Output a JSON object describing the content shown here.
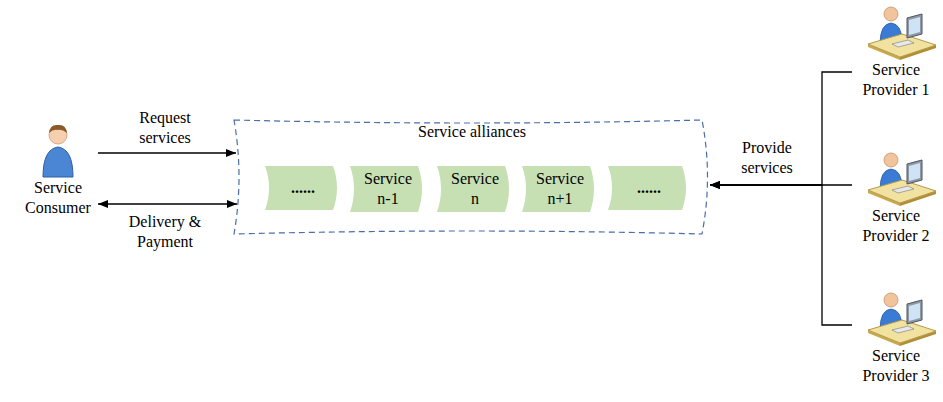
{
  "diagram": {
    "nodes": [
      {
        "text": [
          "Service Consumer"
        ]
      },
      {
        "text": [
          "Service alliances"
        ]
      },
      {
        "text": [
          "......"
        ],
        "in": 1
      },
      {
        "text": [
          "Service n-1"
        ],
        "in": 1
      },
      {
        "text": [
          "Service n"
        ],
        "in": 1
      },
      {
        "text": [
          "Service n+1"
        ],
        "in": 1
      },
      {
        "text": [
          "......"
        ],
        "in": 1
      },
      {
        "text": [
          "Service Provider 1"
        ]
      },
      {
        "text": [
          "Service Provider 2"
        ]
      },
      {
        "text": [
          "Service Provider 3"
        ]
      }
    ],
    "edges": [
      {
        "from": 0,
        "to": 1,
        "label": "Request services",
        "arrow": "to"
      },
      {
        "from": 0,
        "to": 1,
        "label": "Delivery & Payment",
        "arrow": "both"
      },
      {
        "from": 7,
        "to": 1,
        "label": "Provide services",
        "arrow": "to"
      },
      {
        "from": 8,
        "to": 1,
        "arrow": "to"
      },
      {
        "from": 9,
        "to": 1,
        "arrow": "to"
      }
    ]
  }
}
